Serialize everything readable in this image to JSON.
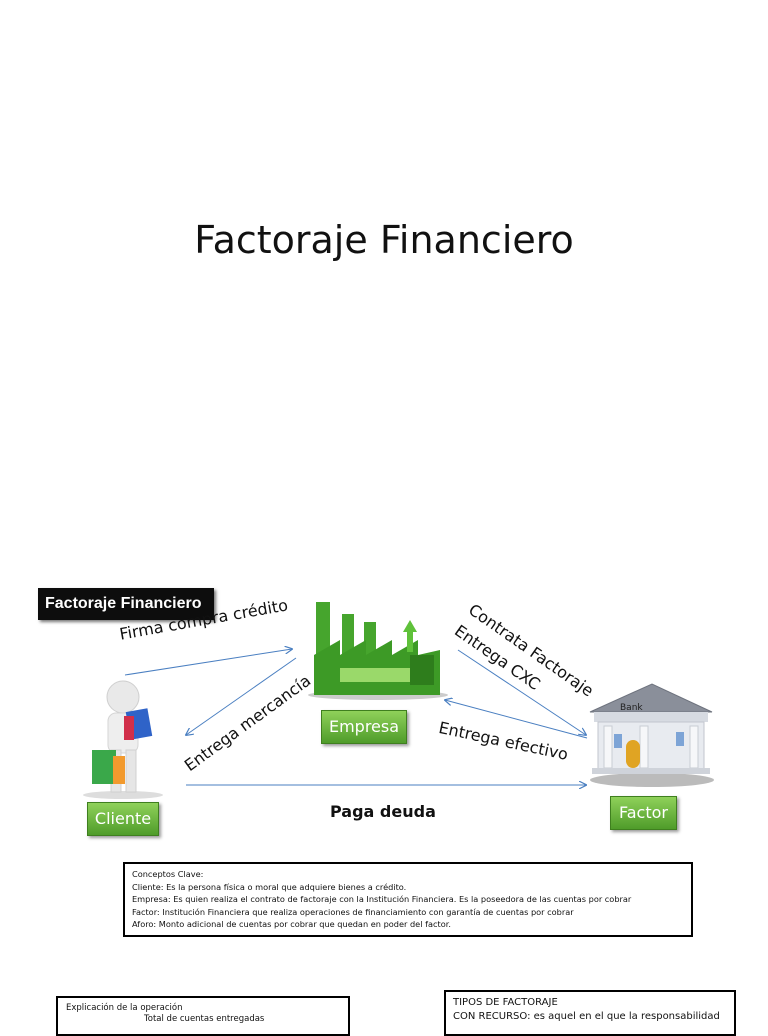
{
  "slide1": {
    "title": "Factoraje Financiero"
  },
  "slide2": {
    "tag": "Factoraje Financiero",
    "labels": {
      "firma": "Firma compra crédito",
      "entrega_mercancia": "Entrega mercancía",
      "contrata": "Contrata Factoraje",
      "entrega_cxc": "Entrega  CXC",
      "entrega_efectivo": "Entrega efectivo",
      "paga_deuda": "Paga deuda"
    },
    "entities": {
      "cliente": "Cliente",
      "empresa": "Empresa",
      "factor": "Factor",
      "bank_sign": "Bank"
    },
    "colors": {
      "accent_green": "#5aaa2f",
      "arrow_blue": "#4a7fc1"
    },
    "concepts": [
      "Conceptos Clave:",
      "Cliente: Es la persona física o moral que adquiere bienes a crédito.",
      "Empresa: Es quien realiza el contrato de factoraje con la Institución Financiera. Es la poseedora de las cuentas por cobrar",
      "Factor: Institución Financiera que realiza operaciones de financiamiento con garantía de cuentas por cobrar",
      "Aforo: Monto adicional de cuentas por cobrar que quedan en poder del factor."
    ]
  },
  "slide3": {
    "explicacion_title": "Explicación de la operación",
    "explicacion_line": "Total de cuentas entregadas",
    "tipos_title": "TIPOS DE FACTORAJE",
    "tipos_line": "CON RECURSO:  es aquel en el que la responsabilidad"
  }
}
